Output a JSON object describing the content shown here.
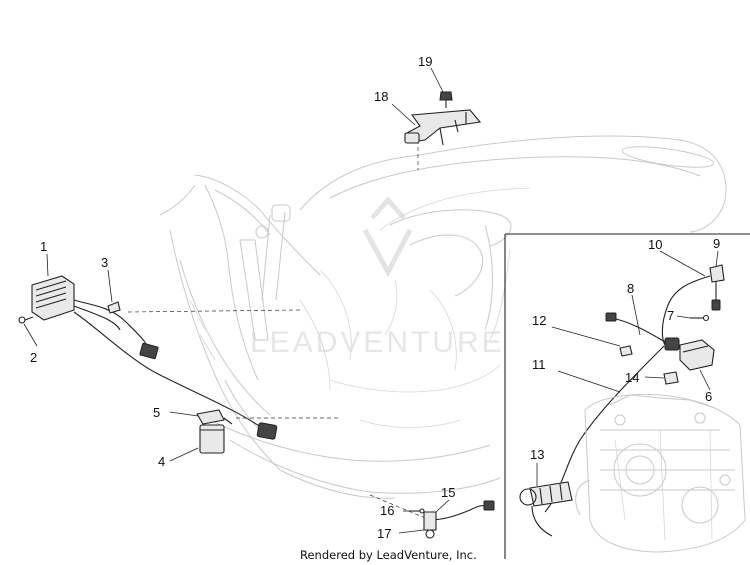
{
  "diagram": {
    "callouts": [
      "1",
      "2",
      "3",
      "4",
      "5",
      "6",
      "7",
      "8",
      "9",
      "10",
      "11",
      "12",
      "13",
      "14",
      "15",
      "16",
      "17",
      "18",
      "19"
    ],
    "footer": "Rendered by LeadVenture, Inc.",
    "watermark": "LEADVENTURE"
  }
}
